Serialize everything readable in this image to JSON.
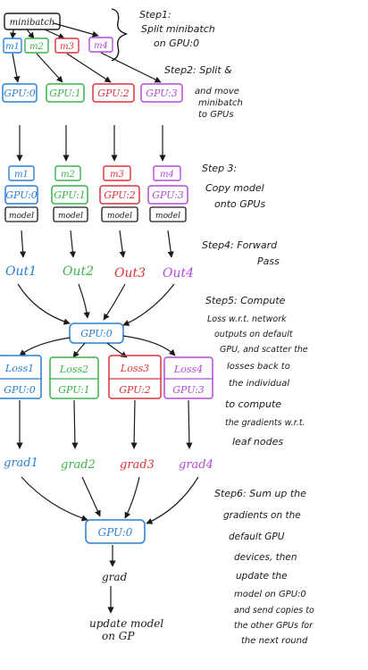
{
  "colors": {
    "ink": "#1a1a1a",
    "blue": "#2a7fd4",
    "green": "#3bb24a",
    "red": "#d9343a",
    "purple": "#b24bd6",
    "background": "#ffffff"
  },
  "minibatch_label": "minibatch",
  "split_labels": [
    "m1",
    "m2",
    "m3",
    "m4"
  ],
  "gpus": [
    "GPU:0",
    "GPU:1",
    "GPU:2",
    "GPU:3"
  ],
  "model_label": "model",
  "outputs": [
    "Out1",
    "Out2",
    "Out3",
    "Out4"
  ],
  "default_gpu": "GPU:0",
  "losses": [
    "Loss1",
    "Loss2",
    "Loss3",
    "Loss4"
  ],
  "grads": [
    "grad1",
    "grad2",
    "grad3",
    "grad4"
  ],
  "final_grad": "grad",
  "final_action": [
    "update model",
    "on GP"
  ],
  "steps": {
    "step1": [
      "Step1:",
      "Split minibatch",
      "on GPU:0"
    ],
    "step2": [
      "Step2: Split &",
      "and move",
      "minibatch",
      "to GPUs"
    ],
    "step3": [
      "Step 3:",
      "Copy model",
      "onto GPUs"
    ],
    "step4": [
      "Step4: Forward",
      "Pass"
    ],
    "step5": [
      "Step5: Compute",
      "Loss w.r.t. network",
      "outputs on default",
      "GPU, and scatter the",
      "losses back to",
      "the individual",
      "to compute",
      "the gradients w.r.t.",
      "leaf nodes"
    ],
    "step6": [
      "Step6: Sum up the",
      "gradients on the",
      "default GPU",
      "devices, then",
      "update the",
      "model on GPU:0",
      "and send copies to",
      "the other GPUs for",
      "the next round"
    ]
  }
}
